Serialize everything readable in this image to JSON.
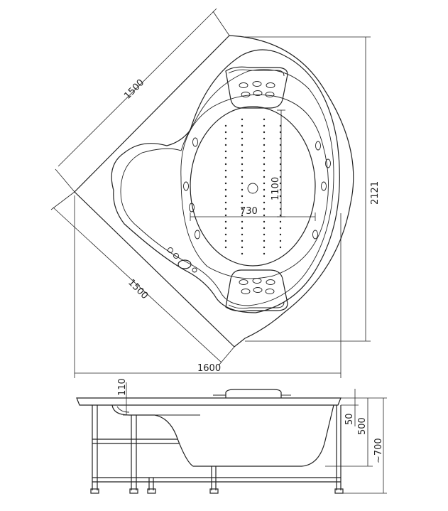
{
  "dimensions": {
    "side_upper": "1500",
    "side_lower": "1500",
    "width_total": "1600",
    "depth_diag": "2121",
    "inner_length": "1100",
    "inner_width": "730",
    "rim_height": "110",
    "side_50": "50",
    "side_500": "500",
    "side_700": "~700"
  },
  "colors": {
    "line": "#222222",
    "background": "#ffffff"
  }
}
